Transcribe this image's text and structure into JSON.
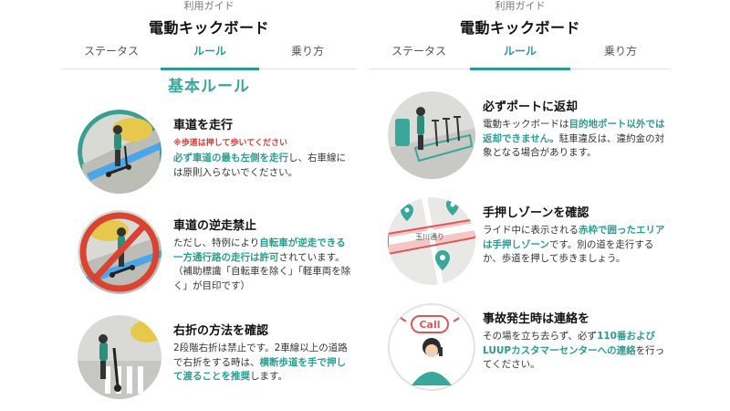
{
  "left": {
    "guide": "利用ガイド",
    "title": "電動キックボード",
    "tabs": [
      "ステータス",
      "ルール",
      "乗り方"
    ],
    "section_title": "基本ルール",
    "rules": [
      {
        "heading": "車道を走行",
        "warning": "※歩道は押して歩いてください",
        "hl1": "必ず車道の最も左側を走行",
        "body": "し、右車線には原則入らないでください。"
      },
      {
        "heading": "車道の逆走禁止",
        "pre": "ただし、特例により",
        "hl1": "自転車が逆走できる一方通行路の走行は許可",
        "body": "されています。（補助標識「自転車を除く」「軽車両を除く」が目印です）"
      },
      {
        "heading": "右折の方法を確認",
        "pre": "2段階右折は禁止です。2車線以上の道路で右折をする時は、",
        "hl1": "横断歩道を手で押して渡ることを推奨",
        "body": "します。"
      }
    ]
  },
  "right": {
    "guide": "利用ガイド",
    "title": "電動キックボード",
    "tabs": [
      "ステータス",
      "ルール",
      "乗り方"
    ],
    "rules": [
      {
        "heading": "必ずポートに返却",
        "pre": "電動キックボードは",
        "hl1": "目的地ポート以外では返却できません。",
        "body": "駐車違反は、違約金の対象となる場合があります。"
      },
      {
        "heading": "手押しゾーンを確認",
        "pre": "ライド中に表示される",
        "hl1": "赤枠で囲ったエリアは手押しゾーン",
        "body": "です。別の道を走行するか、歩道を押して歩きましょう。",
        "map_label": "玉川通り"
      },
      {
        "heading": "事故発生時は連絡を",
        "pre": "その場を立ち去らず、必ず",
        "hl1": "110番およびLUUPカスタマーセンターへの連絡",
        "body": "を行ってください。",
        "call_label": "Call"
      }
    ]
  },
  "colors": {
    "accent": "#2a9d8f",
    "warning": "#d63a3a",
    "section": "#3aa79a"
  }
}
